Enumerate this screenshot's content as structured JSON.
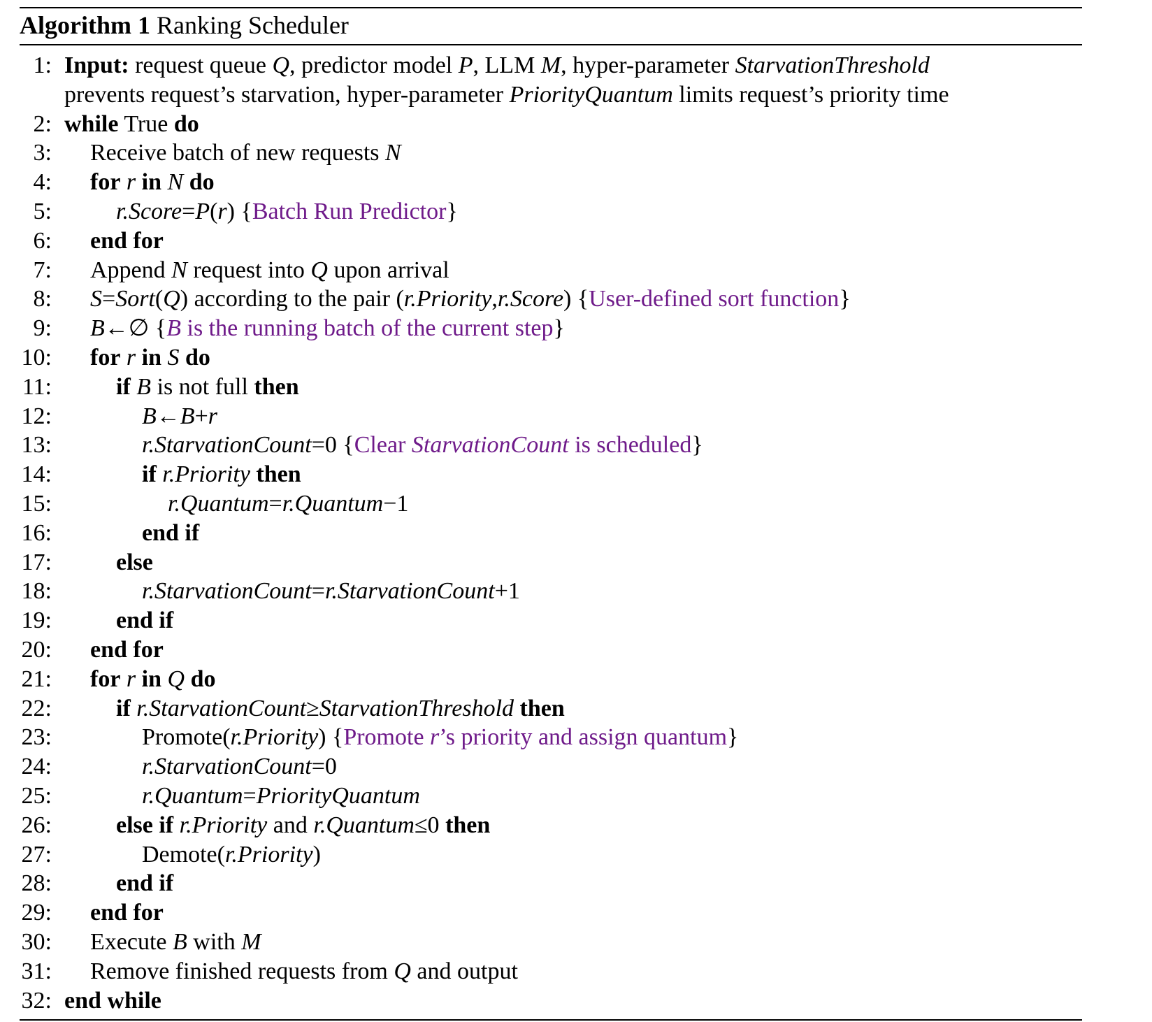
{
  "caption": {
    "label": "Algorithm 1",
    "title": "Ranking Scheduler"
  },
  "lines": [
    {
      "n": "1:",
      "indent": 0,
      "parts": [
        [
          "kw",
          "Input:"
        ],
        [
          "t",
          " request queue "
        ],
        [
          "m",
          "Q"
        ],
        [
          "t",
          ", predictor model "
        ],
        [
          "m",
          "P"
        ],
        [
          "t",
          ", LLM "
        ],
        [
          "m",
          "M"
        ],
        [
          "t",
          ", hyper-parameter "
        ],
        [
          "m",
          "StarvationThreshold"
        ]
      ]
    },
    {
      "n": "",
      "indent": 0,
      "parts": [
        [
          "t",
          "prevents request’s starvation, hyper-parameter "
        ],
        [
          "m",
          "PriorityQuantum"
        ],
        [
          "t",
          " limits request’s priority time"
        ]
      ]
    },
    {
      "n": "2:",
      "indent": 0,
      "parts": [
        [
          "kw",
          "while"
        ],
        [
          "t",
          " True "
        ],
        [
          "kw",
          "do"
        ]
      ]
    },
    {
      "n": "3:",
      "indent": 1,
      "parts": [
        [
          "t",
          "Receive batch of new requests "
        ],
        [
          "m",
          "N"
        ]
      ]
    },
    {
      "n": "4:",
      "indent": 1,
      "parts": [
        [
          "kw",
          "for"
        ],
        [
          "t",
          " "
        ],
        [
          "m",
          "r"
        ],
        [
          "t",
          " "
        ],
        [
          "kw",
          "in"
        ],
        [
          "t",
          " "
        ],
        [
          "m",
          "N"
        ],
        [
          "t",
          " "
        ],
        [
          "kw",
          "do"
        ]
      ]
    },
    {
      "n": "5:",
      "indent": 2,
      "parts": [
        [
          "m",
          "r.Score"
        ],
        [
          "t",
          "="
        ],
        [
          "m",
          "P"
        ],
        [
          "t",
          "("
        ],
        [
          "m",
          "r"
        ],
        [
          "t",
          ") {"
        ],
        [
          "c",
          "Batch Run Predictor"
        ],
        [
          "t",
          "}"
        ]
      ]
    },
    {
      "n": "6:",
      "indent": 1,
      "parts": [
        [
          "kw",
          "end for"
        ]
      ]
    },
    {
      "n": "7:",
      "indent": 1,
      "parts": [
        [
          "t",
          "Append "
        ],
        [
          "m",
          "N"
        ],
        [
          "t",
          " request into "
        ],
        [
          "m",
          "Q"
        ],
        [
          "t",
          " upon arrival"
        ]
      ]
    },
    {
      "n": "8:",
      "indent": 1,
      "parts": [
        [
          "m",
          "S"
        ],
        [
          "t",
          "="
        ],
        [
          "m",
          "Sort"
        ],
        [
          "t",
          "("
        ],
        [
          "m",
          "Q"
        ],
        [
          "t",
          ") according to the pair ("
        ],
        [
          "m",
          "r.Priority"
        ],
        [
          "t",
          ","
        ],
        [
          "m",
          "r.Score"
        ],
        [
          "t",
          ") {"
        ],
        [
          "c",
          "User-defined sort function"
        ],
        [
          "t",
          "}"
        ]
      ]
    },
    {
      "n": "9:",
      "indent": 1,
      "parts": [
        [
          "m",
          "B"
        ],
        [
          "t",
          "←∅ {"
        ],
        [
          "cm",
          "B"
        ],
        [
          "c",
          " is the running batch of the current step"
        ],
        [
          "t",
          "}"
        ]
      ]
    },
    {
      "n": "10:",
      "indent": 1,
      "parts": [
        [
          "kw",
          "for"
        ],
        [
          "t",
          " "
        ],
        [
          "m",
          "r"
        ],
        [
          "t",
          " "
        ],
        [
          "kw",
          "in"
        ],
        [
          "t",
          " "
        ],
        [
          "m",
          "S"
        ],
        [
          "t",
          " "
        ],
        [
          "kw",
          "do"
        ]
      ]
    },
    {
      "n": "11:",
      "indent": 2,
      "parts": [
        [
          "kw",
          "if"
        ],
        [
          "t",
          " "
        ],
        [
          "m",
          "B"
        ],
        [
          "t",
          " is not full "
        ],
        [
          "kw",
          "then"
        ]
      ]
    },
    {
      "n": "12:",
      "indent": 3,
      "parts": [
        [
          "m",
          "B"
        ],
        [
          "t",
          "←"
        ],
        [
          "m",
          "B"
        ],
        [
          "t",
          "+"
        ],
        [
          "m",
          "r"
        ]
      ]
    },
    {
      "n": "13:",
      "indent": 3,
      "parts": [
        [
          "m",
          "r.StarvationCount"
        ],
        [
          "t",
          "=0 {"
        ],
        [
          "c",
          "Clear "
        ],
        [
          "cm",
          "StarvationCount"
        ],
        [
          "c",
          " is scheduled"
        ],
        [
          "t",
          "}"
        ]
      ]
    },
    {
      "n": "14:",
      "indent": 3,
      "parts": [
        [
          "kw",
          "if"
        ],
        [
          "t",
          " "
        ],
        [
          "m",
          "r.Priority"
        ],
        [
          "t",
          " "
        ],
        [
          "kw",
          "then"
        ]
      ]
    },
    {
      "n": "15:",
      "indent": 4,
      "parts": [
        [
          "m",
          "r.Quantum"
        ],
        [
          "t",
          "="
        ],
        [
          "m",
          "r.Quantum"
        ],
        [
          "t",
          "−1"
        ]
      ]
    },
    {
      "n": "16:",
      "indent": 3,
      "parts": [
        [
          "kw",
          "end if"
        ]
      ]
    },
    {
      "n": "17:",
      "indent": 2,
      "parts": [
        [
          "kw",
          "else"
        ]
      ]
    },
    {
      "n": "18:",
      "indent": 3,
      "parts": [
        [
          "m",
          "r.StarvationCount"
        ],
        [
          "t",
          "="
        ],
        [
          "m",
          "r.StarvationCount"
        ],
        [
          "t",
          "+1"
        ]
      ]
    },
    {
      "n": "19:",
      "indent": 2,
      "parts": [
        [
          "kw",
          "end if"
        ]
      ]
    },
    {
      "n": "20:",
      "indent": 1,
      "parts": [
        [
          "kw",
          "end for"
        ]
      ]
    },
    {
      "n": "21:",
      "indent": 1,
      "parts": [
        [
          "kw",
          "for"
        ],
        [
          "t",
          " "
        ],
        [
          "m",
          "r"
        ],
        [
          "t",
          " "
        ],
        [
          "kw",
          "in"
        ],
        [
          "t",
          " "
        ],
        [
          "m",
          "Q"
        ],
        [
          "t",
          " "
        ],
        [
          "kw",
          "do"
        ]
      ]
    },
    {
      "n": "22:",
      "indent": 2,
      "parts": [
        [
          "kw",
          "if"
        ],
        [
          "t",
          " "
        ],
        [
          "m",
          "r.StarvationCount"
        ],
        [
          "t",
          "≥"
        ],
        [
          "m",
          "StarvationThreshold"
        ],
        [
          "t",
          " "
        ],
        [
          "kw",
          "then"
        ]
      ]
    },
    {
      "n": "23:",
      "indent": 3,
      "parts": [
        [
          "t",
          "Promote("
        ],
        [
          "m",
          "r.Priority"
        ],
        [
          "t",
          ") {"
        ],
        [
          "c",
          "Promote "
        ],
        [
          "cm",
          "r"
        ],
        [
          "c",
          "’s priority and assign quantum"
        ],
        [
          "t",
          "}"
        ]
      ]
    },
    {
      "n": "24:",
      "indent": 3,
      "parts": [
        [
          "m",
          "r.StarvationCount"
        ],
        [
          "t",
          "=0"
        ]
      ]
    },
    {
      "n": "25:",
      "indent": 3,
      "parts": [
        [
          "m",
          "r.Quantum"
        ],
        [
          "t",
          "="
        ],
        [
          "m",
          "PriorityQuantum"
        ]
      ]
    },
    {
      "n": "26:",
      "indent": 2,
      "parts": [
        [
          "kw",
          "else if"
        ],
        [
          "t",
          " "
        ],
        [
          "m",
          "r.Priority"
        ],
        [
          "t",
          " and "
        ],
        [
          "m",
          "r.Quantum"
        ],
        [
          "t",
          "≤0 "
        ],
        [
          "kw",
          "then"
        ]
      ]
    },
    {
      "n": "27:",
      "indent": 3,
      "parts": [
        [
          "t",
          "Demote("
        ],
        [
          "m",
          "r.Priority"
        ],
        [
          "t",
          ")"
        ]
      ]
    },
    {
      "n": "28:",
      "indent": 2,
      "parts": [
        [
          "kw",
          "end if"
        ]
      ]
    },
    {
      "n": "29:",
      "indent": 1,
      "parts": [
        [
          "kw",
          "end for"
        ]
      ]
    },
    {
      "n": "30:",
      "indent": 1,
      "parts": [
        [
          "t",
          "Execute "
        ],
        [
          "m",
          "B"
        ],
        [
          "t",
          " with "
        ],
        [
          "m",
          "M"
        ]
      ]
    },
    {
      "n": "31:",
      "indent": 1,
      "parts": [
        [
          "t",
          "Remove finished requests from "
        ],
        [
          "m",
          "Q"
        ],
        [
          "t",
          " and output"
        ]
      ]
    },
    {
      "n": "32:",
      "indent": 0,
      "parts": [
        [
          "kw",
          "end while"
        ]
      ]
    }
  ]
}
